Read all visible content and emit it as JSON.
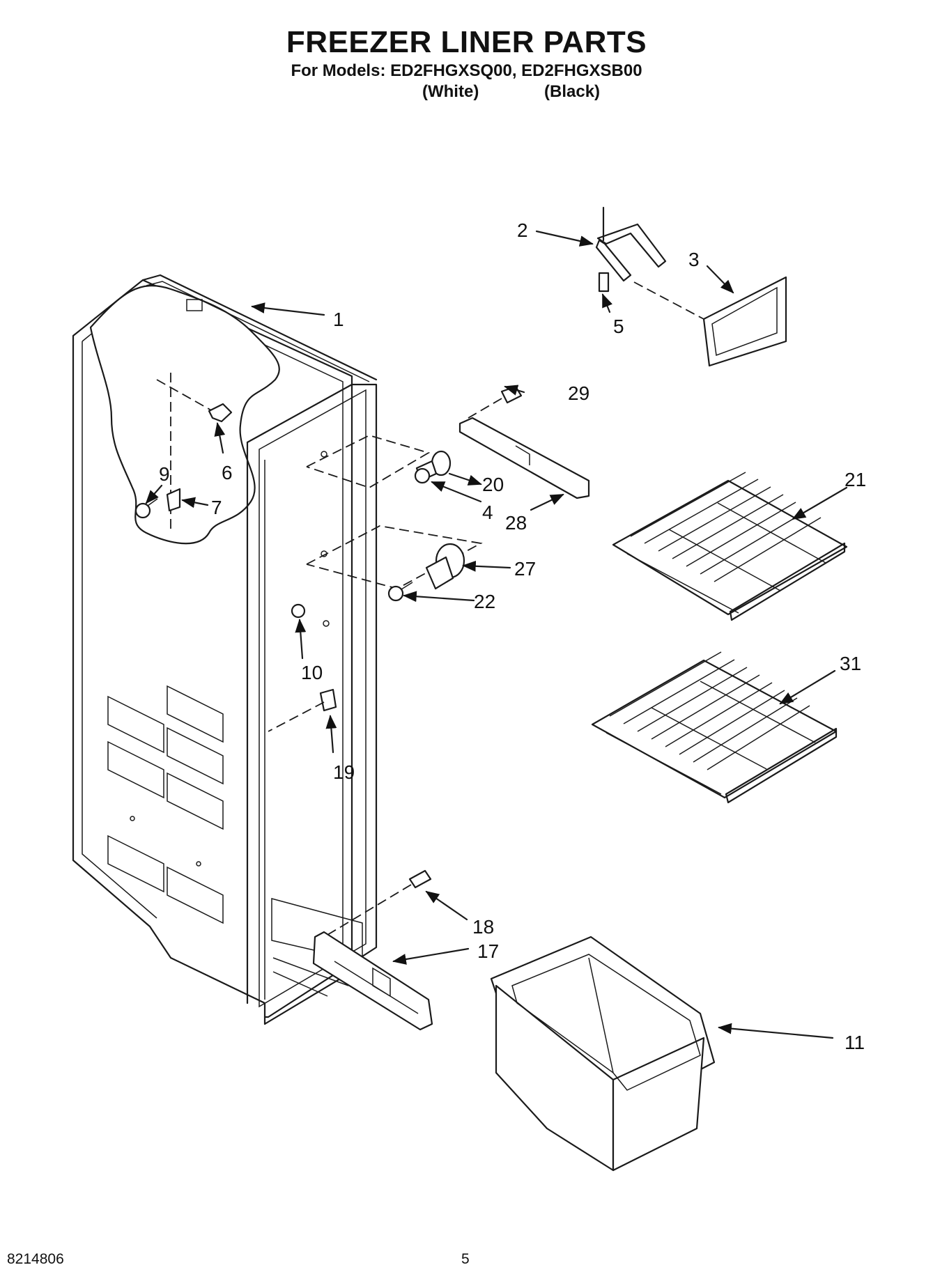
{
  "header": {
    "title": "FREEZER LINER PARTS",
    "models_line": "For Models: ED2FHGXSQ00, ED2FHGXSB00",
    "variant_white": "(White)",
    "variant_black": "(Black)"
  },
  "callouts": {
    "c1": "1",
    "c2": "2",
    "c3": "3",
    "c4": "4",
    "c5": "5",
    "c6": "6",
    "c7": "7",
    "c9": "9",
    "c10": "10",
    "c11": "11",
    "c17": "17",
    "c18": "18",
    "c19": "19",
    "c20": "20",
    "c21": "21",
    "c22": "22",
    "c27": "27",
    "c28": "28",
    "c29": "29",
    "c31": "31"
  },
  "footer": {
    "doc_number": "8214806",
    "page_number": "5"
  }
}
